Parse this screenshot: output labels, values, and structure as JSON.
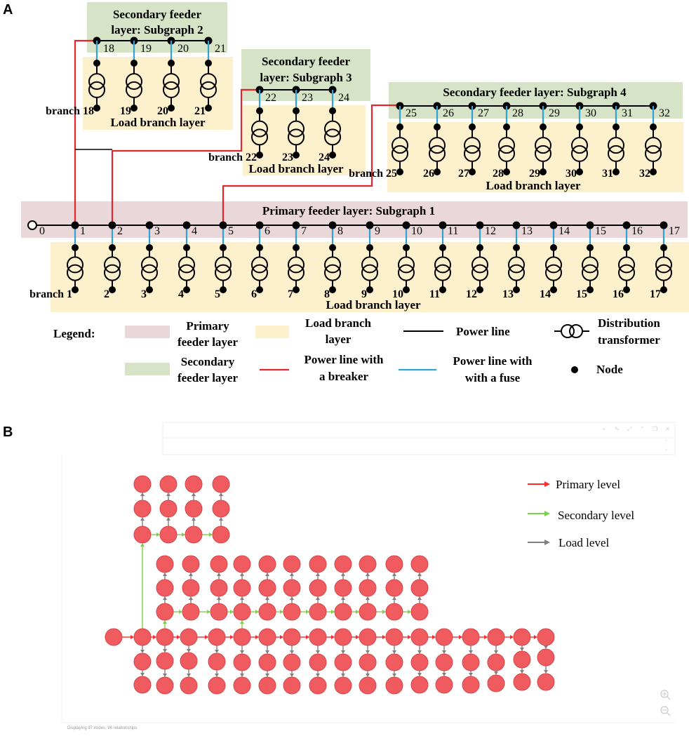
{
  "panel_a": {
    "label": "A",
    "primary_layer_title": "Primary feeder layer: Subgraph 1",
    "subgraph2_title_line1": "Secondary feeder",
    "subgraph2_title_line2": "layer: Subgraph 2",
    "subgraph3_title_line1": "Secondary feeder",
    "subgraph3_title_line2": "layer: Subgraph 3",
    "subgraph4_title": "Secondary feeder layer: Subgraph 4",
    "load_branch_layer": "Load branch layer",
    "primary_nodes": [
      "0",
      "1",
      "2",
      "3",
      "4",
      "5",
      "6",
      "7",
      "8",
      "9",
      "10",
      "11",
      "12",
      "13",
      "14",
      "15",
      "16",
      "17"
    ],
    "primary_branches": [
      "branch 1",
      "2",
      "3",
      "4",
      "5",
      "6",
      "7",
      "8",
      "9",
      "10",
      "11",
      "12",
      "13",
      "14",
      "15",
      "16",
      "17"
    ],
    "subgraph2_nodes": [
      "18",
      "19",
      "20",
      "21"
    ],
    "subgraph2_branches": [
      "branch 18",
      "19",
      "20",
      "21"
    ],
    "subgraph3_nodes": [
      "22",
      "23",
      "24"
    ],
    "subgraph3_branches": [
      "branch 22",
      "23",
      "24"
    ],
    "subgraph4_nodes": [
      "25",
      "26",
      "27",
      "28",
      "29",
      "30",
      "31",
      "32"
    ],
    "subgraph4_branches": [
      "branch 25",
      "26",
      "27",
      "28",
      "29",
      "30",
      "31",
      "32"
    ],
    "legend": {
      "title": "Legend:",
      "primary_line1": "Primary",
      "primary_line2": "feeder layer",
      "load_line1": "Load branch",
      "load_line2": "layer",
      "power_line": "Power line",
      "transformer_line1": "Distribution",
      "transformer_line2": "transformer",
      "secondary_line1": "Secondary",
      "secondary_line2": "feeder layer",
      "breaker_line1": "Power line with",
      "breaker_line2": "a breaker",
      "fuse_line1": "Power line with",
      "fuse_line2": "with a fuse",
      "node": "Node"
    },
    "colors": {
      "primary_bg": "#ead7d9",
      "secondary_bg": "#d7e3c6",
      "load_bg": "#fdf0cd",
      "breaker": "#e3262a",
      "fuse": "#2fa3d8",
      "power": "#000000"
    }
  },
  "panel_b": {
    "label": "B",
    "legend_primary": "Primary level",
    "legend_secondary": "Secondary level",
    "legend_load": "Load level",
    "status_text": "Displaying 97 nodes, 96 relationships",
    "colors": {
      "node_fill": "#ef5b5f",
      "node_stroke": "#d64549",
      "primary_arrow": "#ff2a2a",
      "secondary_arrow": "#7fce4c",
      "load_arrow": "#808080"
    }
  }
}
